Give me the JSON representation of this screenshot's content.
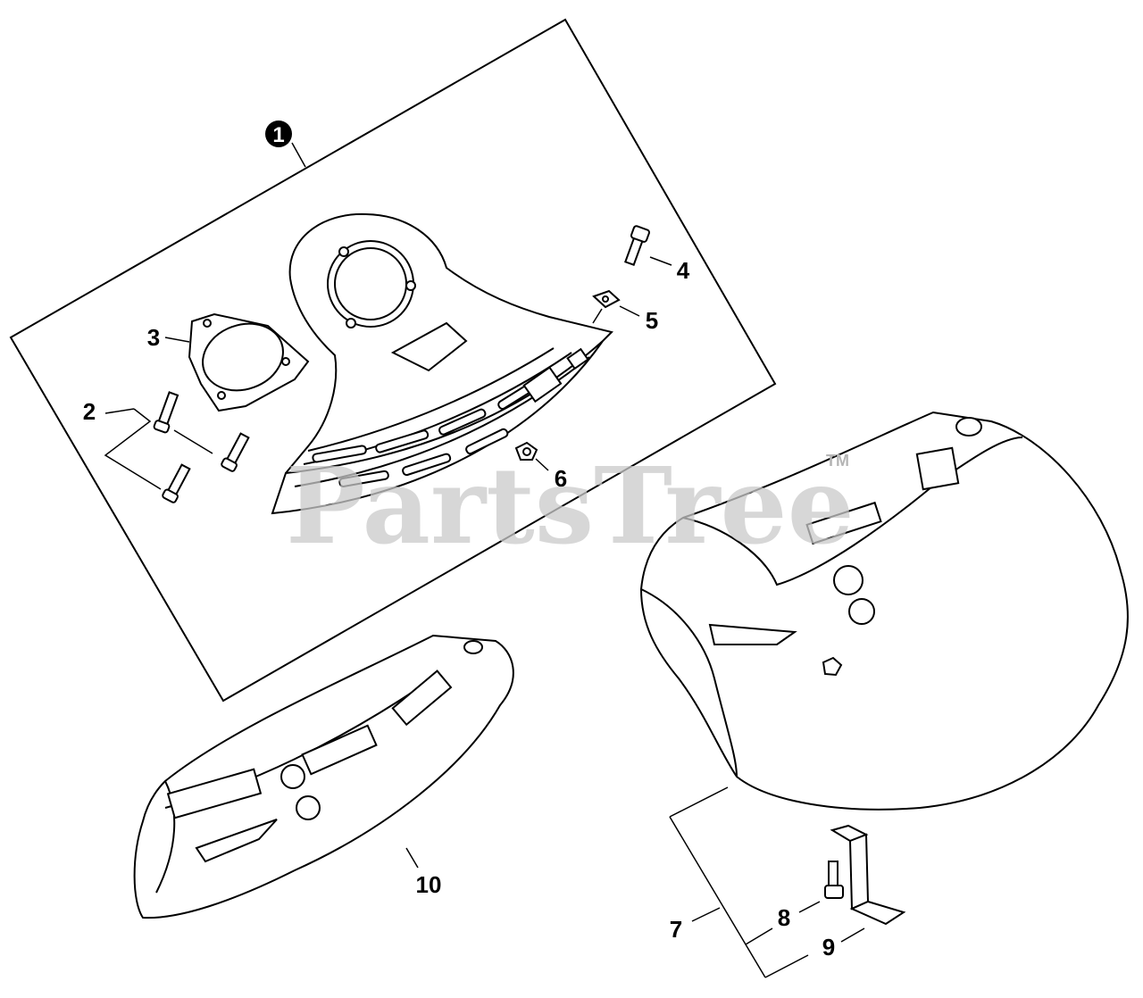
{
  "diagram": {
    "callouts": {
      "c1": "1",
      "c2": "2",
      "c3": "3",
      "c4": "4",
      "c5": "5",
      "c6": "6",
      "c7": "7",
      "c8": "8",
      "c9": "9",
      "c10": "10"
    },
    "watermark": {
      "text": "PartsTree",
      "trademark": "TM"
    }
  }
}
